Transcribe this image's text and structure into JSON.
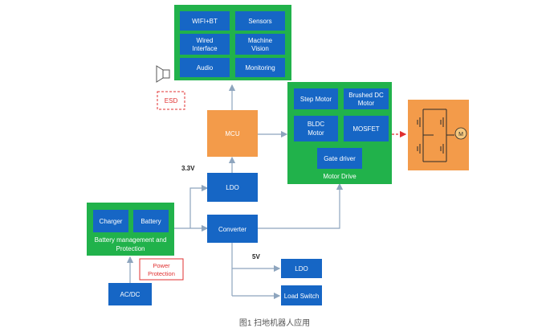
{
  "colors": {
    "green": "#21b24b",
    "blue": "#1666c5",
    "orange": "#f39b4a",
    "arrow": "#8ea5be",
    "red": "#e03030"
  },
  "blocks": {
    "wifi_bt": "WIFI+BT",
    "sensors": "Sensors",
    "wired_1": "Wired",
    "wired_2": "Interface",
    "mv_1": "Machine",
    "mv_2": "Vision",
    "audio": "Audio",
    "monitoring": "Monitoring",
    "esd": "ESD",
    "mcu": "MCU",
    "v33": "3.3V",
    "ldo_top": "LDO",
    "step_motor": "Step Motor",
    "brushed_1": "Brushed DC",
    "brushed_2": "Motor",
    "bldc_1": "BLDC",
    "bldc_2": "Motor",
    "mosfet": "MOSFET",
    "gate_driver": "Gate driver",
    "motor_drive": "Motor Drive",
    "motor": "M",
    "charger": "Charger",
    "battery": "Battery",
    "bms_1": "Battery management and",
    "bms_2": "Protection",
    "pp_1": "Power",
    "pp_2": "Protection",
    "converter": "Converter",
    "v5": "5V",
    "ldo_bottom": "LDO",
    "load_switch": "Load Switch",
    "acdc": "AC/DC"
  },
  "caption": "图1  扫地机器人应用"
}
